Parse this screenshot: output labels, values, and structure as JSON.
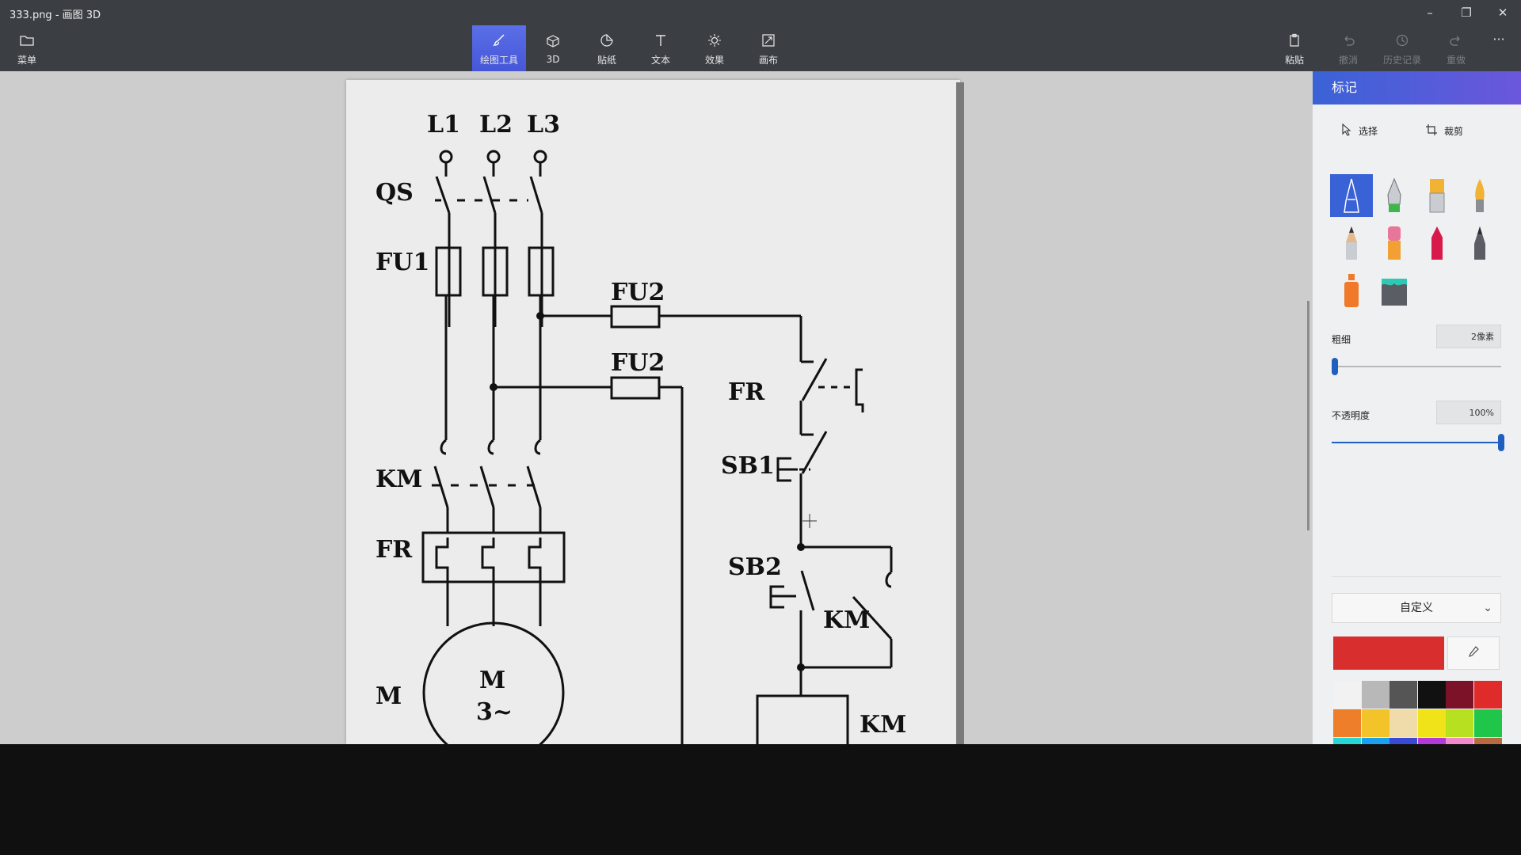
{
  "window": {
    "title": "333.png - 画图 3D",
    "minimize": "–",
    "restore": "❐",
    "close": "✕"
  },
  "toolbar": {
    "menu": "菜单",
    "brushes": "绘图工具",
    "three_d": "3D",
    "stickers": "贴纸",
    "text": "文本",
    "effects": "效果",
    "canvas": "画布",
    "paste": "粘贴",
    "undo": "撤消",
    "history": "历史记录",
    "redo": "重做",
    "more": "···"
  },
  "panel": {
    "header": "标记",
    "select": "选择",
    "crop": "裁剪",
    "thickness_label": "粗细",
    "thickness_value": "2像素",
    "thickness_fraction": 0.02,
    "opacity_label": "不透明度",
    "opacity_value": "100%",
    "opacity_fraction": 1.0,
    "color_mode": "自定义",
    "current_color": "#d92e2e",
    "brush_icons": [
      "marker-icon",
      "calligraphy-pen-icon",
      "oil-brush-icon",
      "watercolor-icon",
      "pencil-icon",
      "eraser-icon",
      "crayon-icon",
      "pixel-pen-icon",
      "spray-can-icon",
      "fill-bucket-icon"
    ],
    "palette": [
      "#f2f2f2",
      "#b8b8b8",
      "#555555",
      "#111111",
      "#7b1228",
      "#e02b2b",
      "#ee7e2a",
      "#f2c42a",
      "#efdcaa",
      "#f0e31a",
      "#b7e021",
      "#1fc64a",
      "#28d6d6",
      "#1aa0ef",
      "#3a4ad6",
      "#b23ad6",
      "#f08acb",
      "#b86a40"
    ]
  },
  "diagram": {
    "labels": {
      "l1": "L1",
      "l2": "L2",
      "l3": "L3",
      "qs": "QS",
      "fu1": "FU1",
      "fu2_top": "FU2",
      "fu2_bottom": "FU2",
      "fr_control": "FR",
      "sb1": "SB1",
      "km_main": "KM",
      "fr_main": "FR",
      "sb2": "SB2",
      "km_aux": "KM",
      "m_label": "M",
      "motor_m": "M",
      "motor_phase": "3~",
      "km_coil": "KM"
    }
  }
}
